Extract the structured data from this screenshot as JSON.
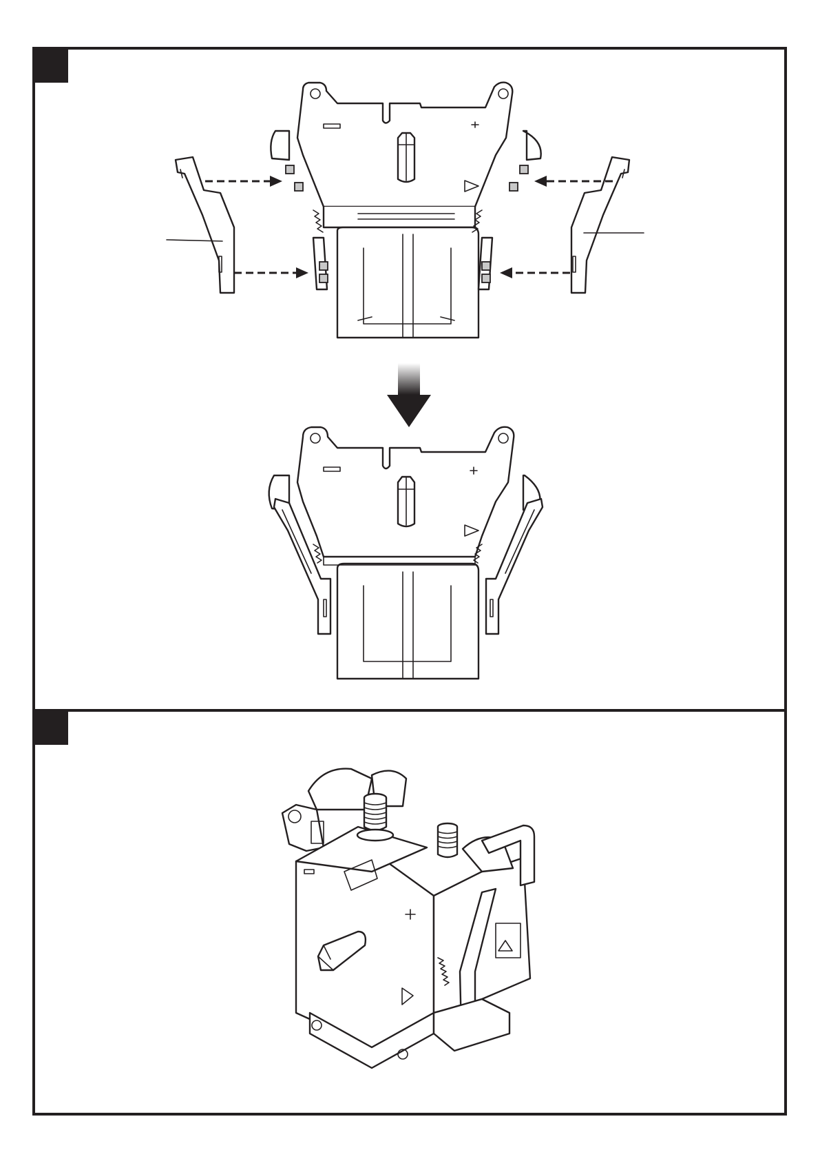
{
  "page": {
    "background": "#ffffff",
    "line_color": "#231f20",
    "accent_grey": "#c8c8c8"
  },
  "steps": [
    {
      "badge_color": "#231f20",
      "panel": "top",
      "illustration": "attach-side-arms",
      "stages": [
        "before-assembly",
        "after-assembly"
      ],
      "connector": "down-arrow-gradient"
    },
    {
      "badge_color": "#231f20",
      "panel": "bottom",
      "illustration": "assembled-unit-isometric"
    }
  ],
  "icons": {
    "insert_arrow": "dashed-arrow-icon",
    "transition_arrow": "down-arrow-icon",
    "cross_marker": "plus-marker-icon",
    "triangle_marker": "triangle-marker-icon"
  }
}
